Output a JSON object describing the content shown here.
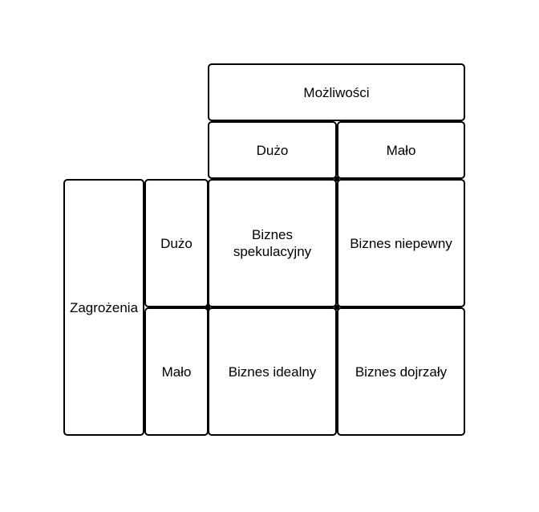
{
  "header": {
    "opportunities": "Możliwości",
    "many": "Dużo",
    "few": "Mało"
  },
  "side": {
    "threats": "Zagrożenia",
    "many": "Dużo",
    "few": "Mało"
  },
  "quadrants": {
    "speculative": "Biznes spekulacyjny",
    "uncertain": "Biznes niepewny",
    "ideal": "Biznes idealny",
    "mature": "Biznes dojrzały"
  }
}
